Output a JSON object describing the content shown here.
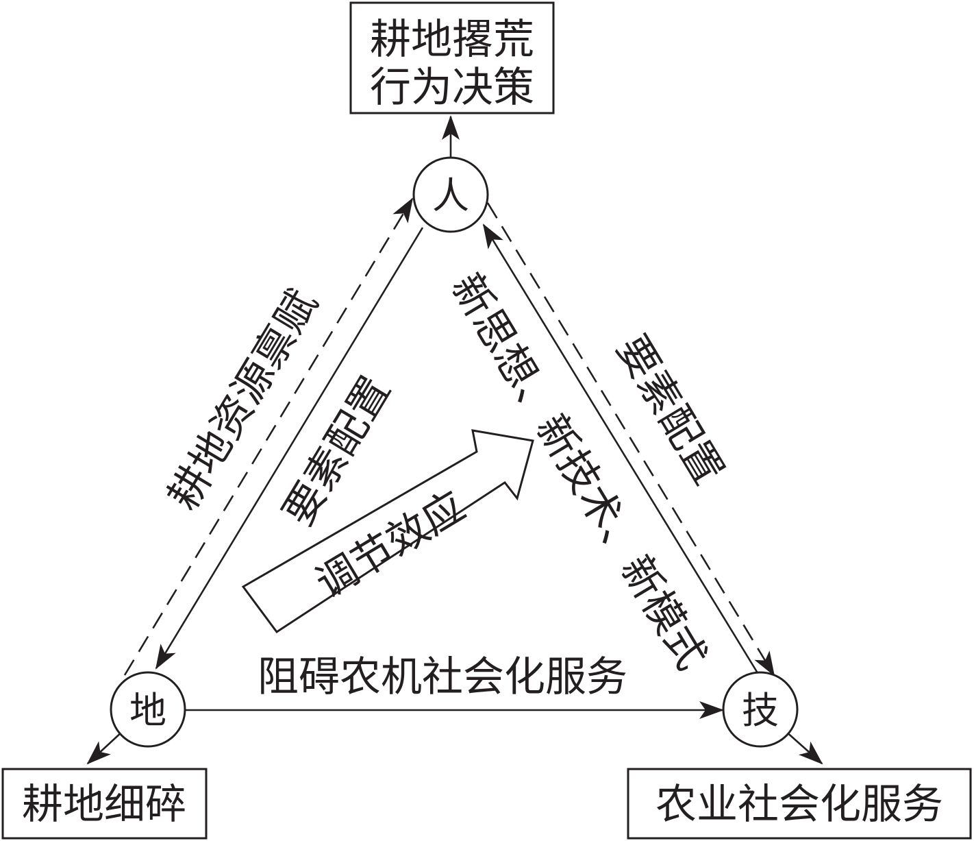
{
  "boxes": {
    "top_line1": "耕地撂荒",
    "top_line2": "行为决策",
    "bottom_left": "耕地细碎",
    "bottom_right": "农业社会化服务"
  },
  "nodes": {
    "people": "人",
    "land": "地",
    "technology": "技"
  },
  "edge_labels": {
    "left_outer": "耕地资源禀赋",
    "left_inner": "要素配置",
    "right_inner": "新思想、新技术、新模式",
    "right_outer": "要素配置",
    "bottom": "阻碍农机社会化服务"
  },
  "center_arrow_label": "调节效应",
  "colors": {
    "ink": "#231f20",
    "background": "#ffffff"
  }
}
